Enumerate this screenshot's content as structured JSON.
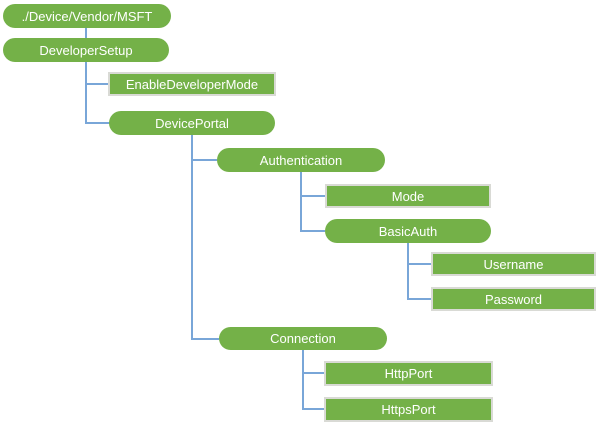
{
  "tree": {
    "root": {
      "label": "./Device/Vendor/MSFT",
      "shape": "rounded",
      "children": [
        {
          "label": "DeveloperSetup",
          "shape": "rounded",
          "children": [
            {
              "label": "EnableDeveloperMode",
              "shape": "rectangle",
              "children": []
            },
            {
              "label": "DevicePortal",
              "shape": "rounded",
              "children": [
                {
                  "label": "Authentication",
                  "shape": "rounded",
                  "children": [
                    {
                      "label": "Mode",
                      "shape": "rectangle",
                      "children": []
                    },
                    {
                      "label": "BasicAuth",
                      "shape": "rounded",
                      "children": [
                        {
                          "label": "Username",
                          "shape": "rectangle",
                          "children": []
                        },
                        {
                          "label": "Password",
                          "shape": "rectangle",
                          "children": []
                        }
                      ]
                    }
                  ]
                },
                {
                  "label": "Connection",
                  "shape": "rounded",
                  "children": [
                    {
                      "label": "HttpPort",
                      "shape": "rectangle",
                      "children": []
                    },
                    {
                      "label": "HttpsPort",
                      "shape": "rectangle",
                      "children": []
                    }
                  ]
                }
              ]
            }
          ]
        }
      ]
    },
    "colors": {
      "node_fill": "#74B148",
      "node_text": "#FFFFFF",
      "connector": "#79A6D8",
      "leaf_border": "#D9DAD5",
      "background": "#FFFFFF"
    }
  }
}
